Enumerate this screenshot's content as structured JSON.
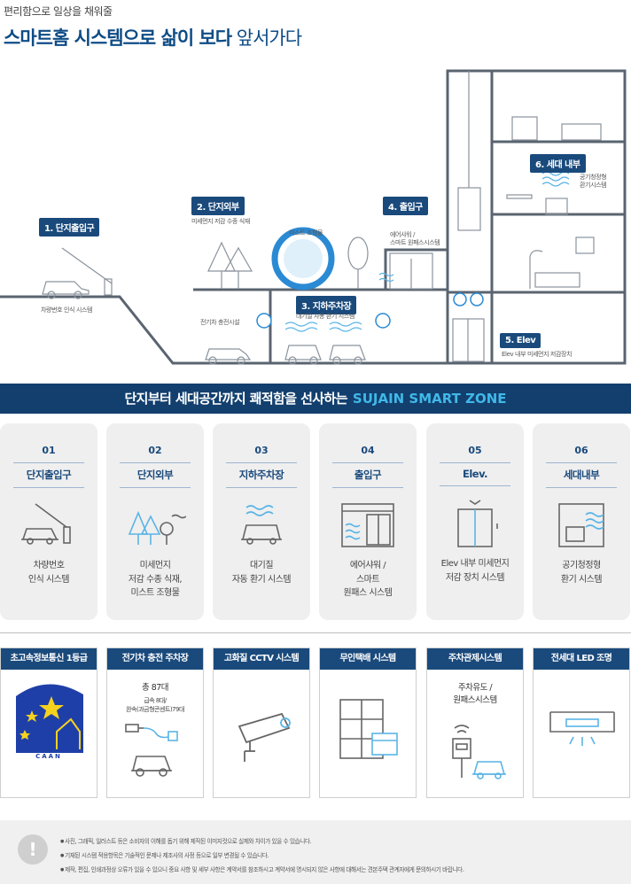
{
  "header": {
    "subtitle": "편리함으로 일상을 채워줄",
    "title_bold": "스마트홈 시스템으로 삶이 보다",
    "title_light": "앞서가다"
  },
  "illustration": {
    "tags": {
      "entrance": "1. 단지출입구",
      "exterior": "2. 단지외부",
      "parking": "3. 지하주차장",
      "doorway": "4. 출입구",
      "elev": "5. Elev",
      "unit": "6. 세대 내부"
    },
    "captions": {
      "plate": "차량번호 인식 시스템",
      "dust": "미세먼지 저감 수종 식재",
      "mist": "미스트 조형물",
      "ev": "전기차 충전시설",
      "vent": "대기질 자동 환기 시스템",
      "air_shower_1": "에어샤워 /",
      "air_shower_2": "스마트 원패스시스템",
      "elev_dust": "Elev 내부 미세먼지 저감장치",
      "purifier_1": "공기청정형",
      "purifier_2": "환기시스템"
    }
  },
  "banner": {
    "text": "단지부터 세대공간까지 쾌적함을 선사하는",
    "accent": "SUJAIN SMART ZONE"
  },
  "zones": [
    {
      "num": "01",
      "title": "단지출입구",
      "icon": "barrier-car-icon",
      "desc": [
        "차량번호",
        "인식 시스템"
      ]
    },
    {
      "num": "02",
      "title": "단지외부",
      "icon": "tree-mist-icon",
      "desc": [
        "미세먼지",
        "저감 수종 식재,",
        "미스트 조형물"
      ]
    },
    {
      "num": "03",
      "title": "지하주차장",
      "icon": "parking-ventilation-icon",
      "desc": [
        "대기질",
        "자동 환기 시스템"
      ]
    },
    {
      "num": "04",
      "title": "출입구",
      "icon": "air-shower-door-icon",
      "desc": [
        "에어샤워 /",
        "스마트",
        "원패스 시스템"
      ]
    },
    {
      "num": "05",
      "title": "Elev.",
      "icon": "elevator-icon",
      "desc": [
        "Elev 내부 미세먼지",
        "저감 장치 시스템"
      ]
    },
    {
      "num": "06",
      "title": "세대내부",
      "icon": "home-ventilation-icon",
      "desc": [
        "공기청정형",
        "환기 시스템"
      ]
    }
  ],
  "features": [
    {
      "title": "초고속정보통신 1등급",
      "icon": "information-grade-logo-icon",
      "logo_text": "CAAN"
    },
    {
      "title": "전기차 충전 주차장",
      "icon": "ev-charger-icon",
      "lines": [
        "총 87대",
        "급속 8대/",
        "완속(과금형콘센트)79대"
      ]
    },
    {
      "title": "고화질 CCTV 시스템",
      "icon": "cctv-camera-icon"
    },
    {
      "title": "무인택배 시스템",
      "icon": "delivery-locker-icon"
    },
    {
      "title": "주차관제시스템",
      "icon": "parking-control-icon",
      "lines": [
        "주차유도 /",
        "원패스시스템"
      ]
    },
    {
      "title": "전세대 LED 조명",
      "icon": "led-light-icon"
    }
  ],
  "notice": {
    "items": [
      "사진, 그래픽, 일러스트 등은 소비자의 이해를 돕기 위해 제작된 이미지컷으로 실제와 차이가 있을 수 있습니다.",
      "기재된 시스템 적용항목은 기술적인 문제나 제조사의 사정 등으로 일부 변경될 수 있습니다.",
      "제작, 편집, 인쇄과정상 오류가 있을 수 있으니 중요 사항 및 세부 사항은 계약서를 참조하시고 계약서에 명시되지 않은 사항에 대해서는 견본주택 관계자에게 문의하시기 바랍니다."
    ]
  },
  "colors": {
    "navy": "#1a4a7c",
    "banner": "#123f6e",
    "accent": "#40b8e8",
    "card": "#efefef"
  }
}
